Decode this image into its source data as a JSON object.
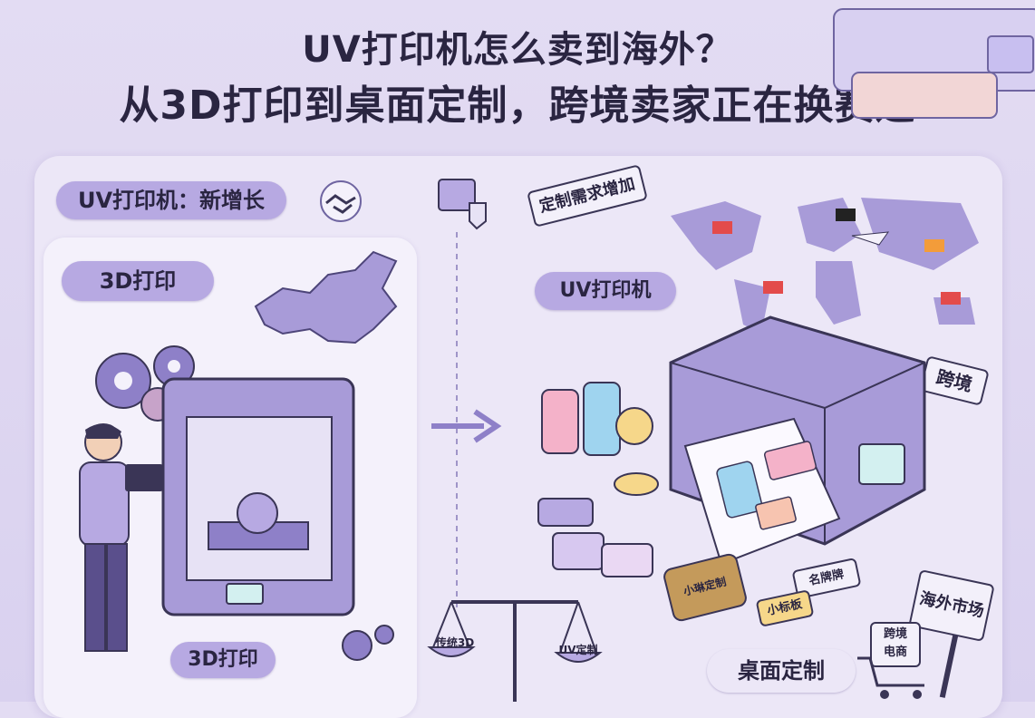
{
  "header": {
    "line1": "UV打印机怎么卖到海外？",
    "line2": "从3D打印到桌面定制，跨境卖家正在换赛道"
  },
  "left": {
    "growth_label": "UV打印机：新增长",
    "top_label": "3D打印",
    "bottom_label": "3D打印"
  },
  "right": {
    "demand_tag": "定制需求增加",
    "uv_label": "UV打印机",
    "crossborder_tag": "跨境",
    "overseas_sign": "海外市场",
    "desktop_label": "桌面定制",
    "nameplate_tag": "名牌牌",
    "small_sign": "小标板",
    "coaster_text": "小琳定制",
    "cart_line1": "跨境",
    "cart_line2": "电商"
  },
  "scale": {
    "left_pan": "传统3D",
    "right_pan": "UV定制"
  },
  "colors": {
    "accent": "#b7a9e2",
    "dark": "#2a2541",
    "printer": "#a89bd8"
  }
}
